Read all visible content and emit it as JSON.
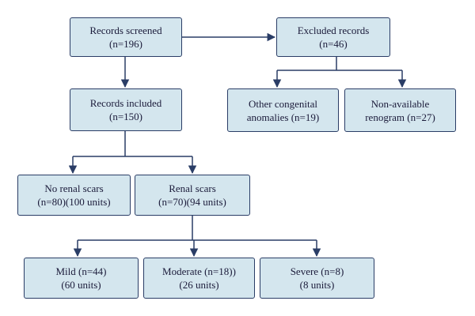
{
  "flowchart": {
    "boxes": {
      "screened": {
        "line1": "Records screened",
        "line2": "(n=196)"
      },
      "excluded": {
        "line1": "Excluded records",
        "line2": "(n=46)"
      },
      "included": {
        "line1": "Records included",
        "line2": "(n=150)"
      },
      "other": {
        "line1": "Other congenital",
        "line2": "anomalies (n=19)"
      },
      "nonavail": {
        "line1": "Non-available",
        "line2": "renogram (n=27)"
      },
      "noscar": {
        "line1": "No renal scars",
        "line2": "(n=80)(100 units)"
      },
      "scar": {
        "line1": "Renal scars",
        "line2": "(n=70)(94 units)"
      },
      "mild": {
        "line1": "Mild (n=44)",
        "line2": "(60 units)"
      },
      "moderate": {
        "line1": "Moderate (n=18))",
        "line2": "(26 units)"
      },
      "severe": {
        "line1": "Severe (n=8)",
        "line2": "(8 units)"
      }
    },
    "colors": {
      "box_fill": "#d4e6ee",
      "box_border": "#2a3d66",
      "line": "#2a3d66"
    }
  }
}
